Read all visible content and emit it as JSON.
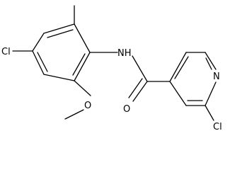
{
  "molecule": {
    "atom_labels": {
      "chlorine_left": "Cl",
      "amide_nitrogen": "NH",
      "carbonyl_oxygen": "O",
      "methoxy_oxygen": "O",
      "pyridine_nitrogen": "N",
      "chlorine_right": "Cl"
    },
    "colors": {
      "bond": "#000000",
      "text": "#000000",
      "background": "#ffffff"
    }
  }
}
